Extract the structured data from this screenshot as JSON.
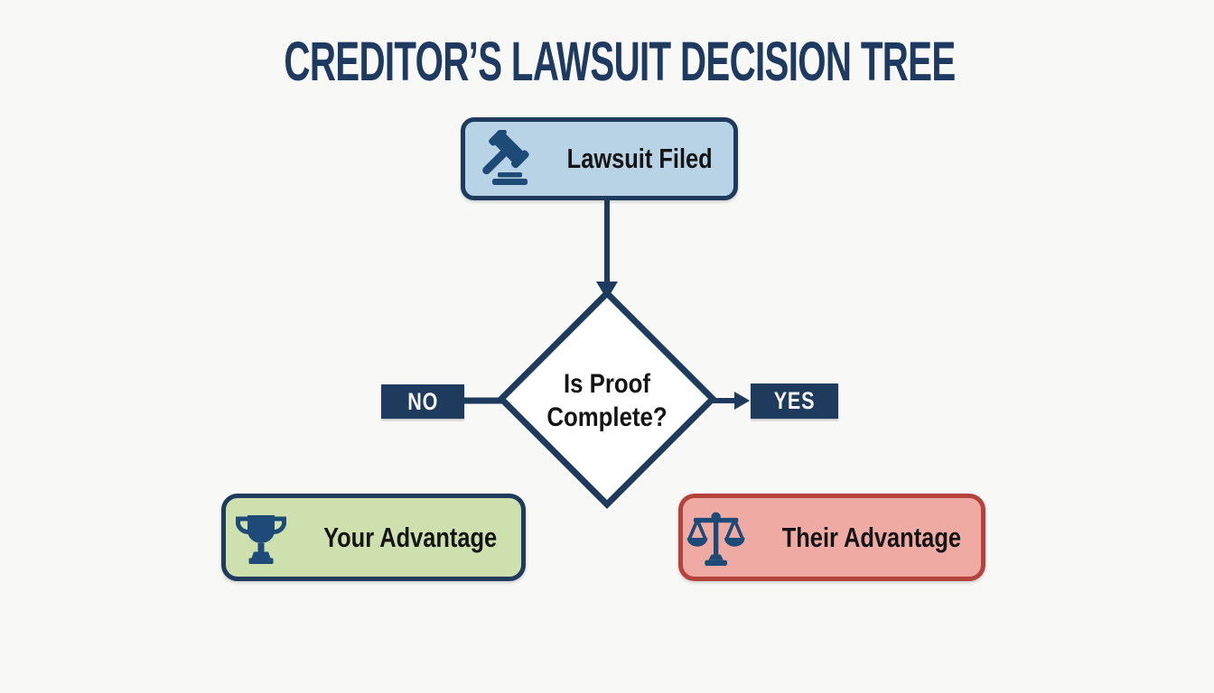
{
  "title": "CREDITOR’S LAWSUIT DECISION TREE",
  "flowchart": {
    "start": {
      "label": "Lawsuit Filed",
      "icon": "gavel-icon"
    },
    "decision": {
      "label_line1": "Is Proof",
      "label_line2": "Complete?"
    },
    "branch_no": {
      "label": "NO"
    },
    "branch_yes": {
      "label": "YES"
    },
    "outcome_no": {
      "label": "Your Advantage",
      "icon": "trophy-icon"
    },
    "outcome_yes": {
      "label": "Their Advantage",
      "icon": "scales-icon"
    }
  },
  "colors": {
    "background": "#f8f8f7",
    "navy": "#1e3a5c",
    "title_navy": "#1e3a60",
    "icon_navy": "#1d4a77",
    "node_blue_fill": "#b9d3e6",
    "node_green_fill": "#cde0ae",
    "node_red_fill": "#efaaa4",
    "node_red_border": "#b5433c",
    "diamond_fill": "#ffffff",
    "label_text": "#141414",
    "branch_text": "#f5f5f5"
  }
}
